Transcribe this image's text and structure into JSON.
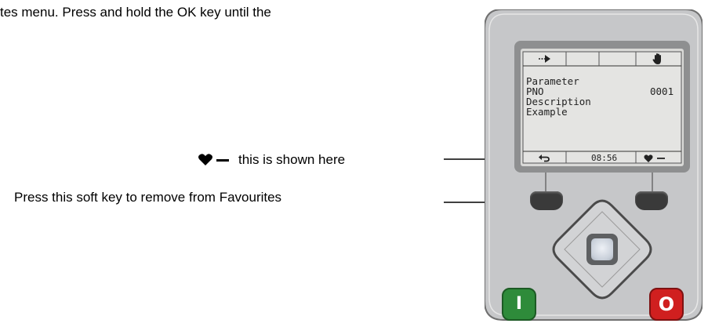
{
  "instructions": {
    "intro_text": "tes menu. Press and hold the OK key until the",
    "shown_label": "this is shown here",
    "press_label": "Press this soft key to remove from Favourites"
  },
  "keypad": {
    "screen": {
      "line1": "Parameter",
      "line2_left": "PNO",
      "line2_right": "0001",
      "line3": "Description",
      "line4": "Example",
      "softkey_time": "08:56"
    },
    "icons": [
      "arrow-right-icon",
      "hand-stop-icon",
      "back-arrow-icon",
      "heart-minus-icon"
    ],
    "start_key_label": "I",
    "stop_key_label": "O",
    "colors": {
      "body": "#c8c9cb",
      "screen": "#e1e1df",
      "start_key": "#2e8b3a",
      "stop_key": "#d01f1f",
      "soft_keys": "#3a3a3a"
    }
  }
}
